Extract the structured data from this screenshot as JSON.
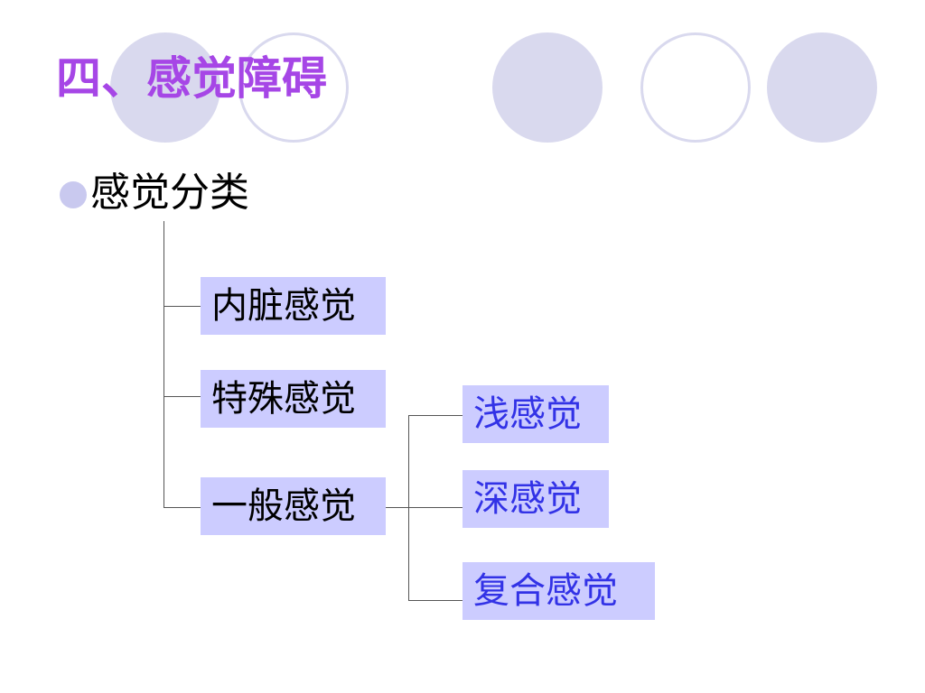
{
  "title": "四、感觉障碍",
  "bullet": "感觉分类",
  "categories": [
    "内脏感觉",
    "特殊感觉",
    "一般感觉"
  ],
  "general_subtypes": [
    "浅感觉",
    "深感觉",
    "复合感觉"
  ],
  "colors": {
    "title": "#a646e6",
    "box_fill": "#ccccff",
    "subtype_text": "#3232e6",
    "decor_circle": "#d9d9ee"
  }
}
